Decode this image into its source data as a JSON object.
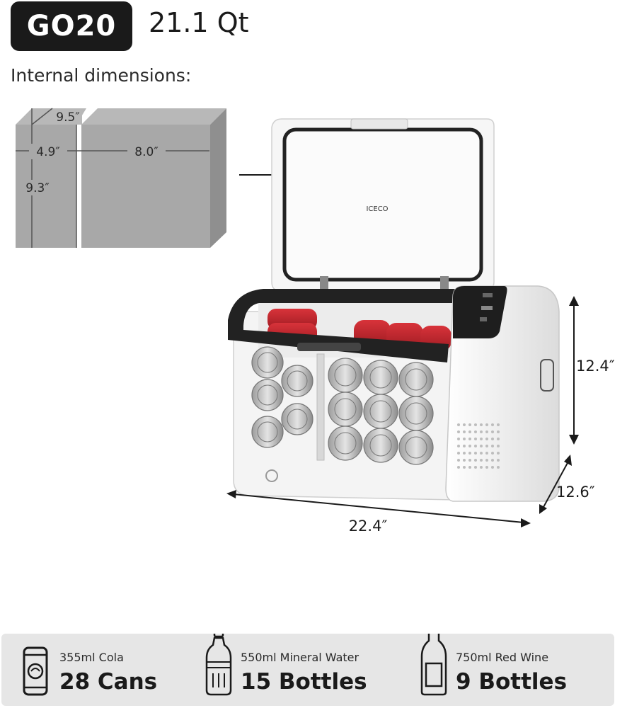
{
  "header": {
    "model": "GO20",
    "capacity": "21.1 Qt"
  },
  "internal": {
    "heading": "Internal dimensions:",
    "depth": "9.5″",
    "small_width": "4.9″",
    "large_width": "8.0″",
    "height": "9.3″"
  },
  "product": {
    "brand": "ICECO",
    "height": "12.4″",
    "depth": "12.6″",
    "width": "22.4″"
  },
  "capacity_stats": [
    {
      "icon": "can-icon",
      "item": "355ml Cola",
      "count": "28 Cans"
    },
    {
      "icon": "water-bottle-icon",
      "item": "550ml Mineral Water",
      "count": "15 Bottles"
    },
    {
      "icon": "wine-bottle-icon",
      "item": "750ml Red Wine",
      "count": "9 Bottles"
    }
  ],
  "colors": {
    "badge": "#1a1a1a",
    "footer_bg": "#e6e6e6",
    "box_gray": "#a9a9a9",
    "can_red": "#c4252c",
    "fridge_white": "#f2f2f2"
  }
}
